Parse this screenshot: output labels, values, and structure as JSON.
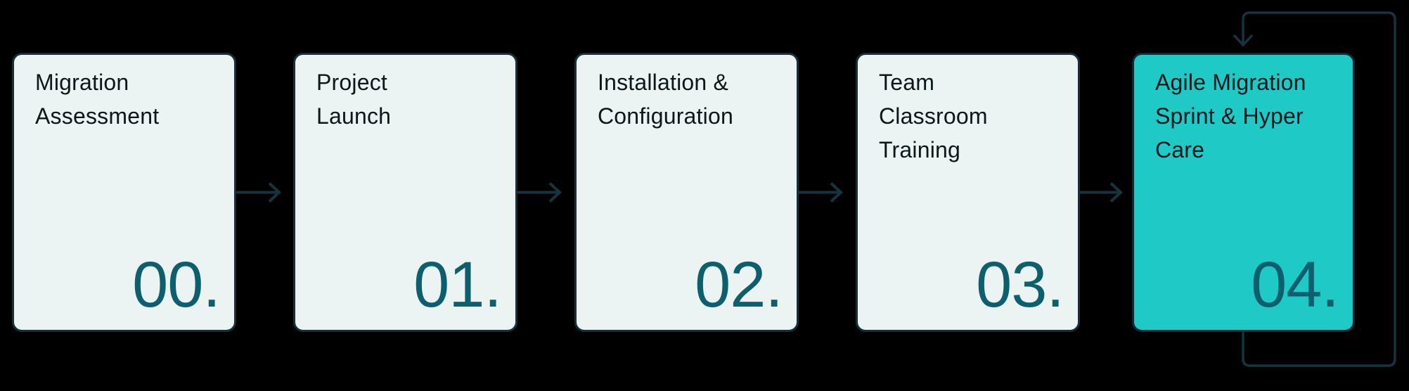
{
  "diagram": {
    "description": "Five-step migration process flow",
    "step_count": 5
  },
  "cards": [
    {
      "number": "00.",
      "title": "Migration\nAssessment",
      "highlighted": false
    },
    {
      "number": "01.",
      "title": "Project\nLaunch",
      "highlighted": false
    },
    {
      "number": "02.",
      "title": "Installation &\nConfiguration",
      "highlighted": false
    },
    {
      "number": "03.",
      "title": "Team\nClassroom\nTraining",
      "highlighted": false
    },
    {
      "number": "04.",
      "title": "Agile Migration\nSprint & Hyper\nCare",
      "highlighted": true
    }
  ],
  "icons": {
    "flow_arrow": "right-arrow",
    "loop_arrow": "feedback-loop-with-down-arrow"
  },
  "colors": {
    "background": "#000000",
    "card_bg": "#ebf4f2",
    "card_border": "#12313d",
    "highlight_card_bg": "#1fc9c5",
    "highlight_card_border": "#0d2b35",
    "title_text": "#0b1719",
    "number_text": "#0e5f6e",
    "arrow": "#16333f"
  }
}
